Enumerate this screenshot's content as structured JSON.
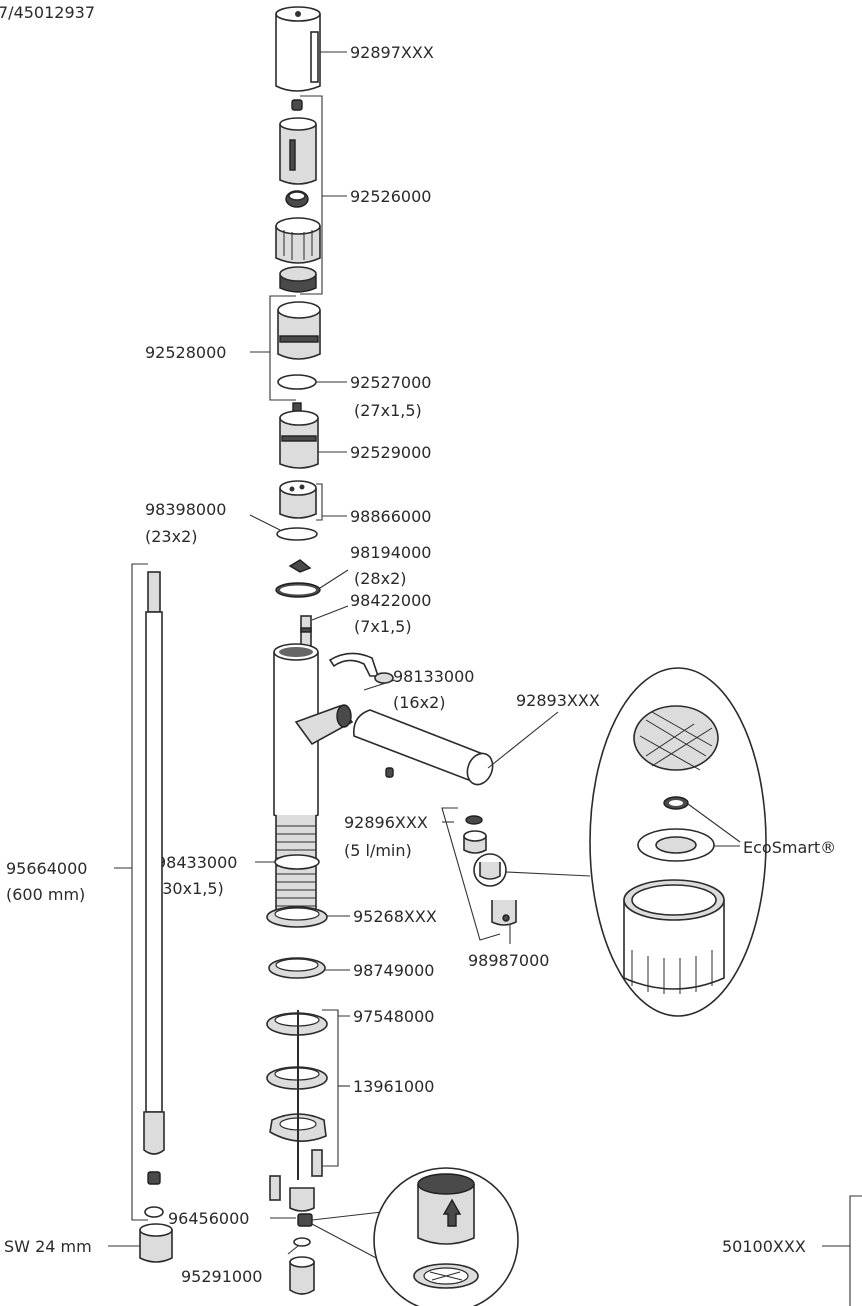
{
  "doc_ref": "7/45012937",
  "labels": {
    "p92897": "92897XXX",
    "p92526": "92526000",
    "p92528": "92528000",
    "p92527": "92527000",
    "p92527_dim": "(27x1,5)",
    "p92529": "92529000",
    "p98398": "98398000",
    "p98398_dim": "(23x2)",
    "p98866": "98866000",
    "p98194": "98194000",
    "p98194_dim": "(28x2)",
    "p98422": "98422000",
    "p98422_dim": "(7x1,5)",
    "p98133": "98133000",
    "p98133_dim": "(16x2)",
    "p92893": "92893XXX",
    "p92896": "92896XXX",
    "p92896_flow": "(5 l/min)",
    "ecosmart": "EcoSmart®",
    "p95664": "95664000",
    "p95664_len": "(600 mm)",
    "p98433": "98433000",
    "p98433_dim": "(30x1,5)",
    "p95268": "95268XXX",
    "p98987": "98987000",
    "p98749": "98749000",
    "p97548": "97548000",
    "p13961": "13961000",
    "p96456": "96456000",
    "sw": "SW 24 mm",
    "p95291": "95291000",
    "p50100": "50100XXX"
  }
}
